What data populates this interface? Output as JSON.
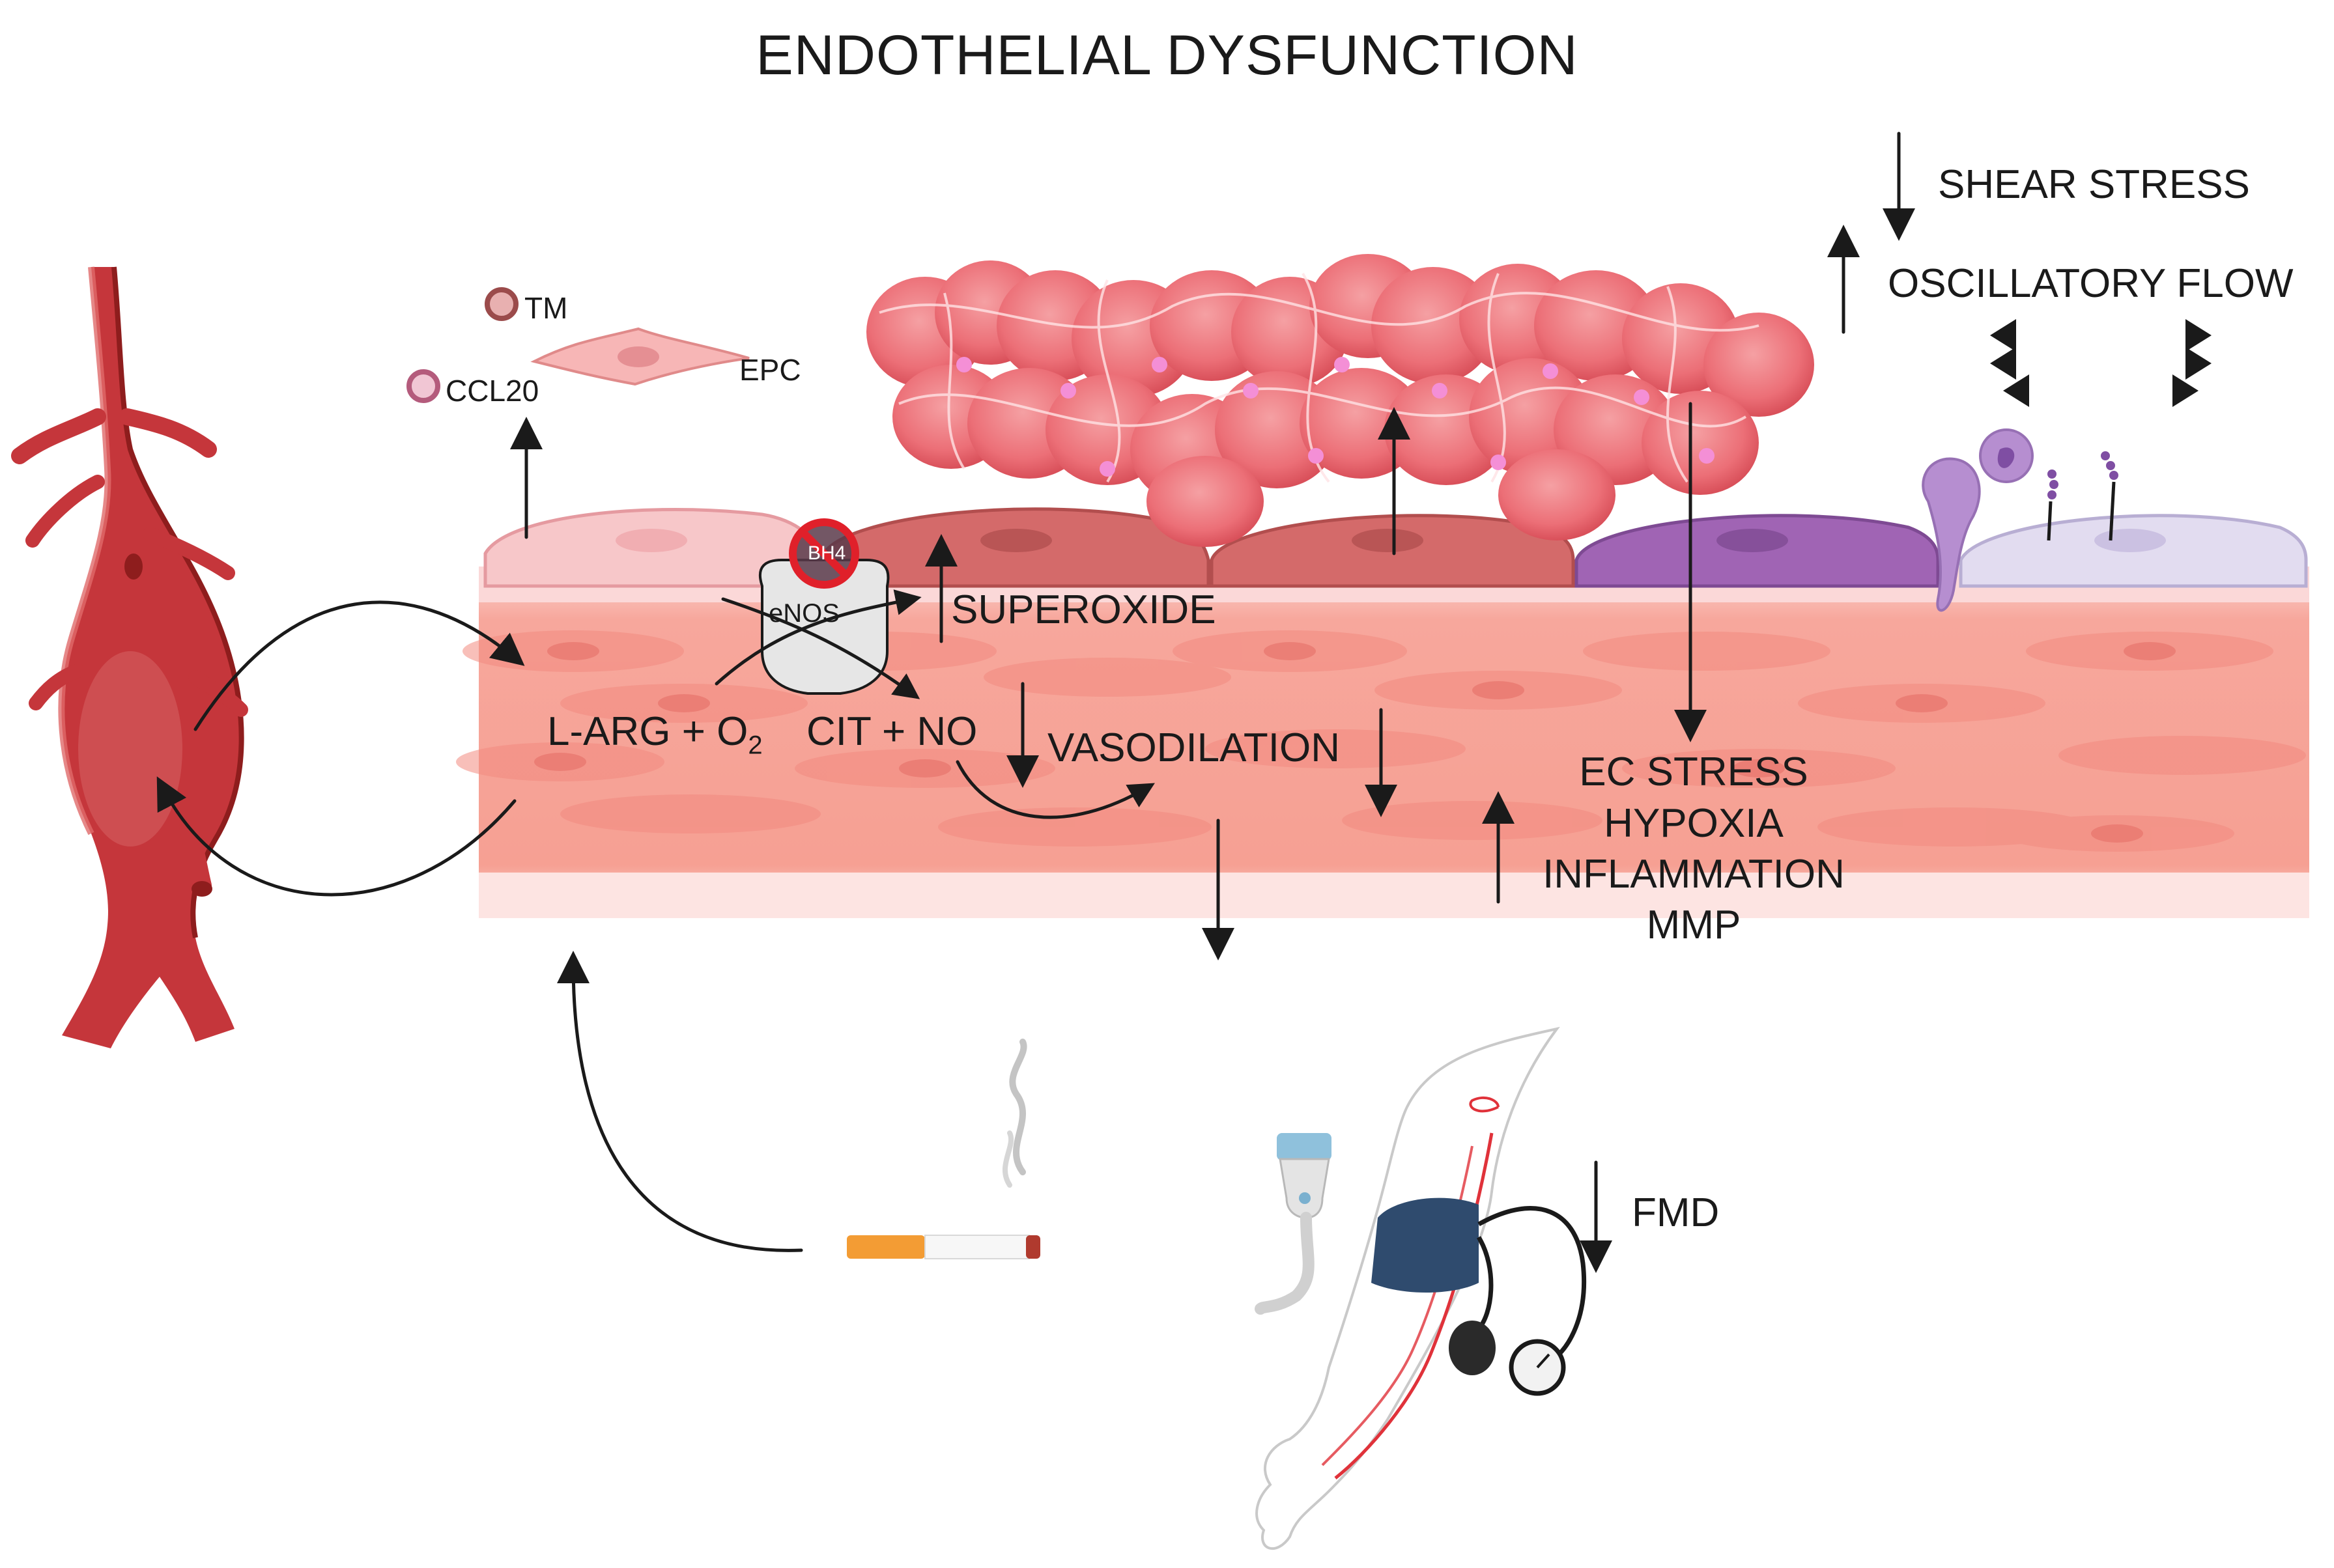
{
  "title": "ENDOTHELIAL DYSFUNCTION",
  "labels": {
    "shear_stress": "SHEAR STRESS",
    "oscillatory_flow": "OSCILLATORY FLOW",
    "tm": "TM",
    "ccl20": "CCL20",
    "epc": "EPC",
    "bh4": "BH4",
    "enos": "eNOS",
    "superoxide": "SUPEROXIDE",
    "l_arg": "L-ARG + O",
    "o2_subscript": "2",
    "cit_no": "CIT + NO",
    "vasodilation": "VASODILATION",
    "ec_stress": "EC STRESS",
    "hypoxia": "HYPOXIA",
    "inflammation": "INFLAMMATION",
    "mmp": "MMP",
    "fmd": "FMD"
  },
  "colors": {
    "aorta": "#c0392b",
    "aorta_dark": "#8e1d1d",
    "smc_layer": "#f6a59a",
    "endothelium_healthy": "#f7c7c9",
    "endothelium_dysfunctional": "#d46a6a",
    "endothelium_inflamed": "#a064b4",
    "endothelium_light": "#e2dcf0",
    "thrombus": "#f07a80",
    "arrow": "#1a1a1a",
    "cuff": "#2f4b6e"
  },
  "icons": [
    "aorta-aneurysm-icon",
    "thrombus-icon",
    "monocyte-icon",
    "cigarette-icon",
    "ultrasound-probe-icon",
    "arm-icon",
    "blood-pressure-cuff-icon",
    "no-symbol-icon"
  ]
}
